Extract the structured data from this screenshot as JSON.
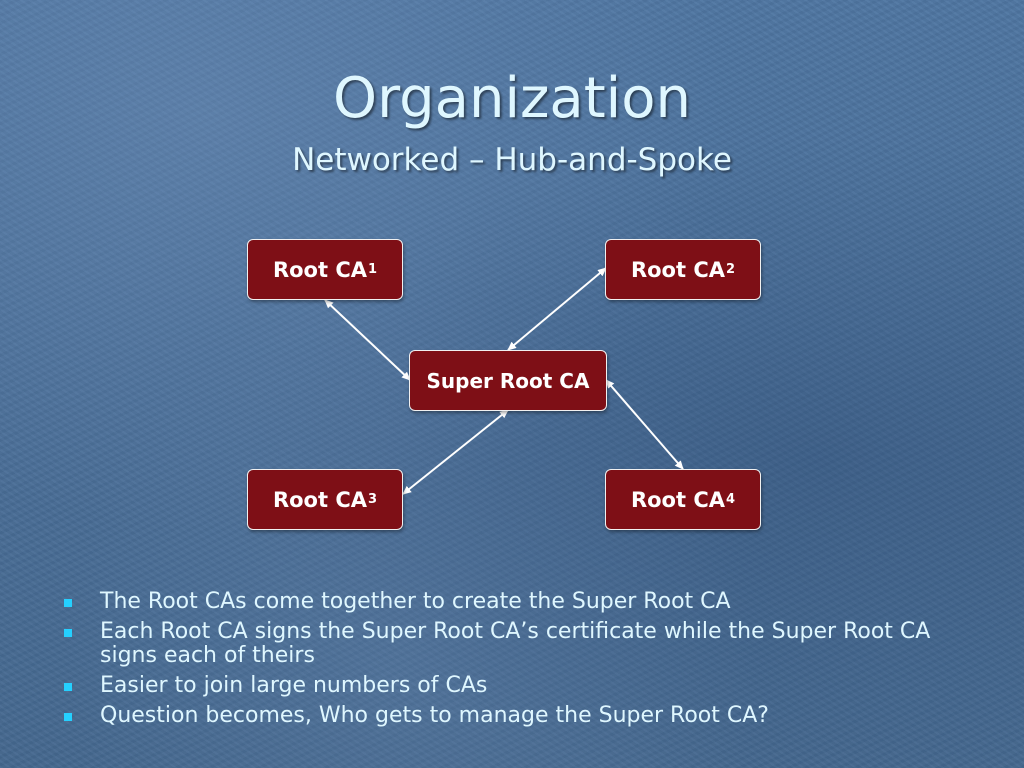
{
  "slide": {
    "title": "Organization",
    "subtitle": "Networked – Hub-and-Spoke"
  },
  "diagram": {
    "nodes": {
      "root1": {
        "label": "Root CA",
        "sub": "1"
      },
      "root2": {
        "label": "Root CA",
        "sub": "2"
      },
      "root3": {
        "label": "Root CA",
        "sub": "3"
      },
      "root4": {
        "label": "Root CA",
        "sub": "4"
      },
      "super": {
        "label": "Super Root CA"
      }
    },
    "edges": [
      {
        "from": "root1",
        "to": "super",
        "direction": "bidirectional"
      },
      {
        "from": "root2",
        "to": "super",
        "direction": "bidirectional"
      },
      {
        "from": "root3",
        "to": "super",
        "direction": "bidirectional"
      },
      {
        "from": "root4",
        "to": "super",
        "direction": "bidirectional"
      }
    ],
    "colors": {
      "node_fill": "#7e0f16",
      "node_border": "#f1f1f1",
      "edge": "#ffffff"
    }
  },
  "bullets": [
    "The Root CAs come together to create the Super Root CA",
    "Each Root CA signs the Super Root CA’s certificate while the Super Root CA signs each of theirs",
    "Easier to join large numbers of CAs",
    "Question becomes, Who gets to manage the Super Root CA?"
  ],
  "colors": {
    "background": "#4a6f9a",
    "text": "#dff7ff",
    "bullet_marker": "#25d0ff"
  }
}
